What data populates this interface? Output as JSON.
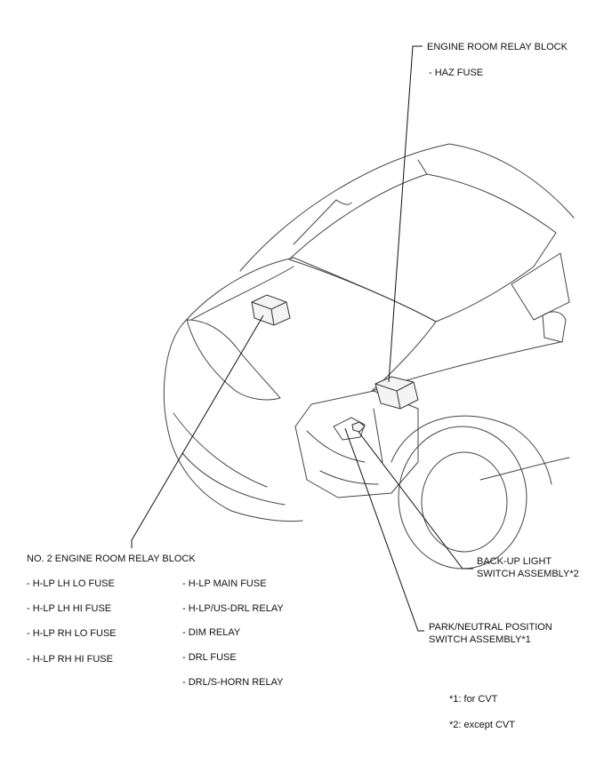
{
  "callouts": {
    "engine_room_relay_block": {
      "title": "ENGINE ROOM RELAY BLOCK",
      "items": [
        "- HAZ FUSE"
      ]
    },
    "no2_engine_room_relay_block": {
      "title": "NO. 2 ENGINE ROOM RELAY BLOCK",
      "left_items": [
        "- H-LP LH LO FUSE",
        "- H-LP LH HI FUSE",
        "- H-LP RH LO FUSE",
        "- H-LP RH HI FUSE"
      ],
      "right_items": [
        "- H-LP MAIN FUSE",
        "- H-LP/US-DRL RELAY",
        "- DIM RELAY",
        "- DRL FUSE",
        "- DRL/S-HORN RELAY"
      ]
    },
    "backup_light_switch": {
      "line1": "BACK-UP LIGHT",
      "line2": "SWITCH ASSEMBLY*2"
    },
    "park_neutral_switch": {
      "line1": "PARK/NEUTRAL POSITION",
      "line2": "SWITCH ASSEMBLY*1"
    }
  },
  "footnotes": [
    "*1: for CVT",
    "*2: except CVT"
  ]
}
